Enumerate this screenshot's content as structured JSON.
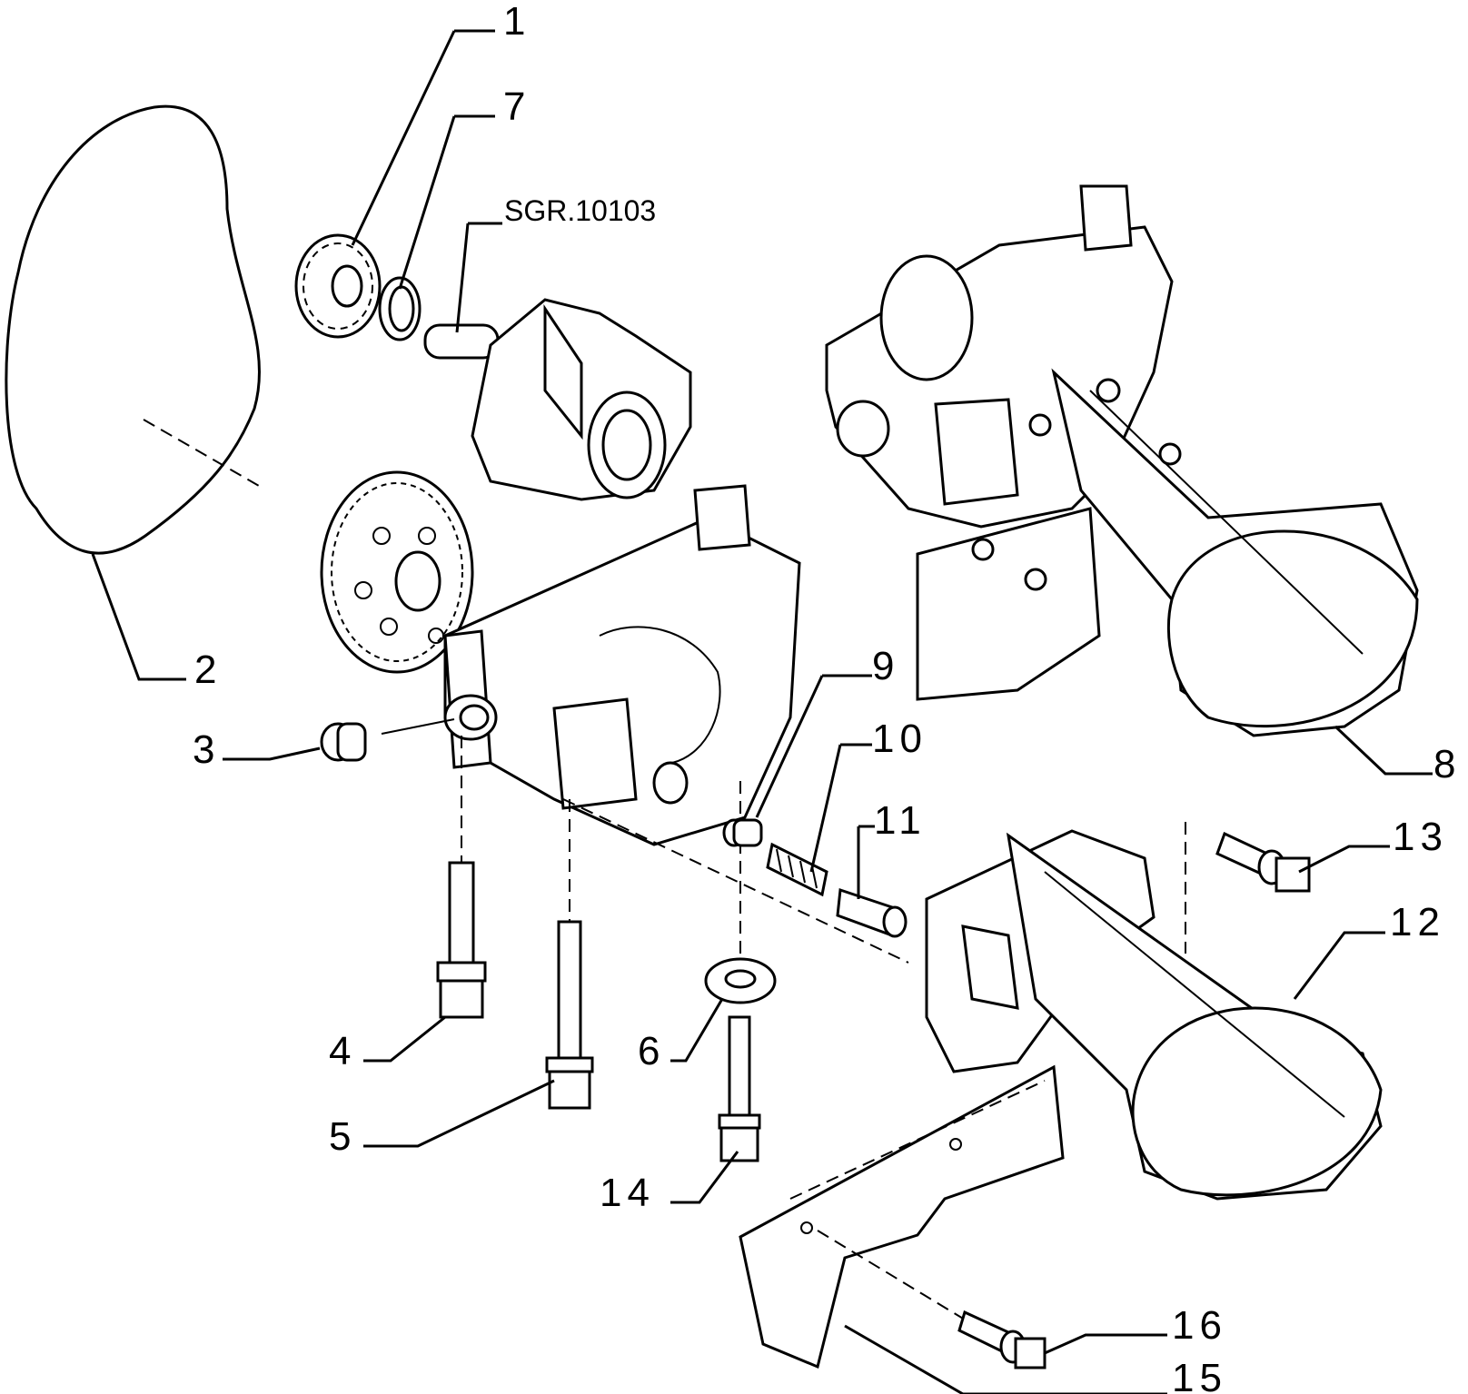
{
  "diagram": {
    "reference": "SGR.10103",
    "colors": {
      "ink": "#000000",
      "paper": "#ffffff"
    },
    "callouts": [
      {
        "id": "1",
        "text": "1"
      },
      {
        "id": "7",
        "text": "7"
      },
      {
        "id": "2",
        "text": "2"
      },
      {
        "id": "3",
        "text": "3"
      },
      {
        "id": "4",
        "text": "4"
      },
      {
        "id": "5",
        "text": "5"
      },
      {
        "id": "6",
        "text": "6"
      },
      {
        "id": "14",
        "text": "14"
      },
      {
        "id": "9",
        "text": "9"
      },
      {
        "id": "10",
        "text": "10"
      },
      {
        "id": "11",
        "text": "11"
      },
      {
        "id": "8",
        "text": "8"
      },
      {
        "id": "13",
        "text": "13"
      },
      {
        "id": "12",
        "text": "12"
      },
      {
        "id": "16",
        "text": "16"
      },
      {
        "id": "15",
        "text": "15"
      }
    ]
  }
}
